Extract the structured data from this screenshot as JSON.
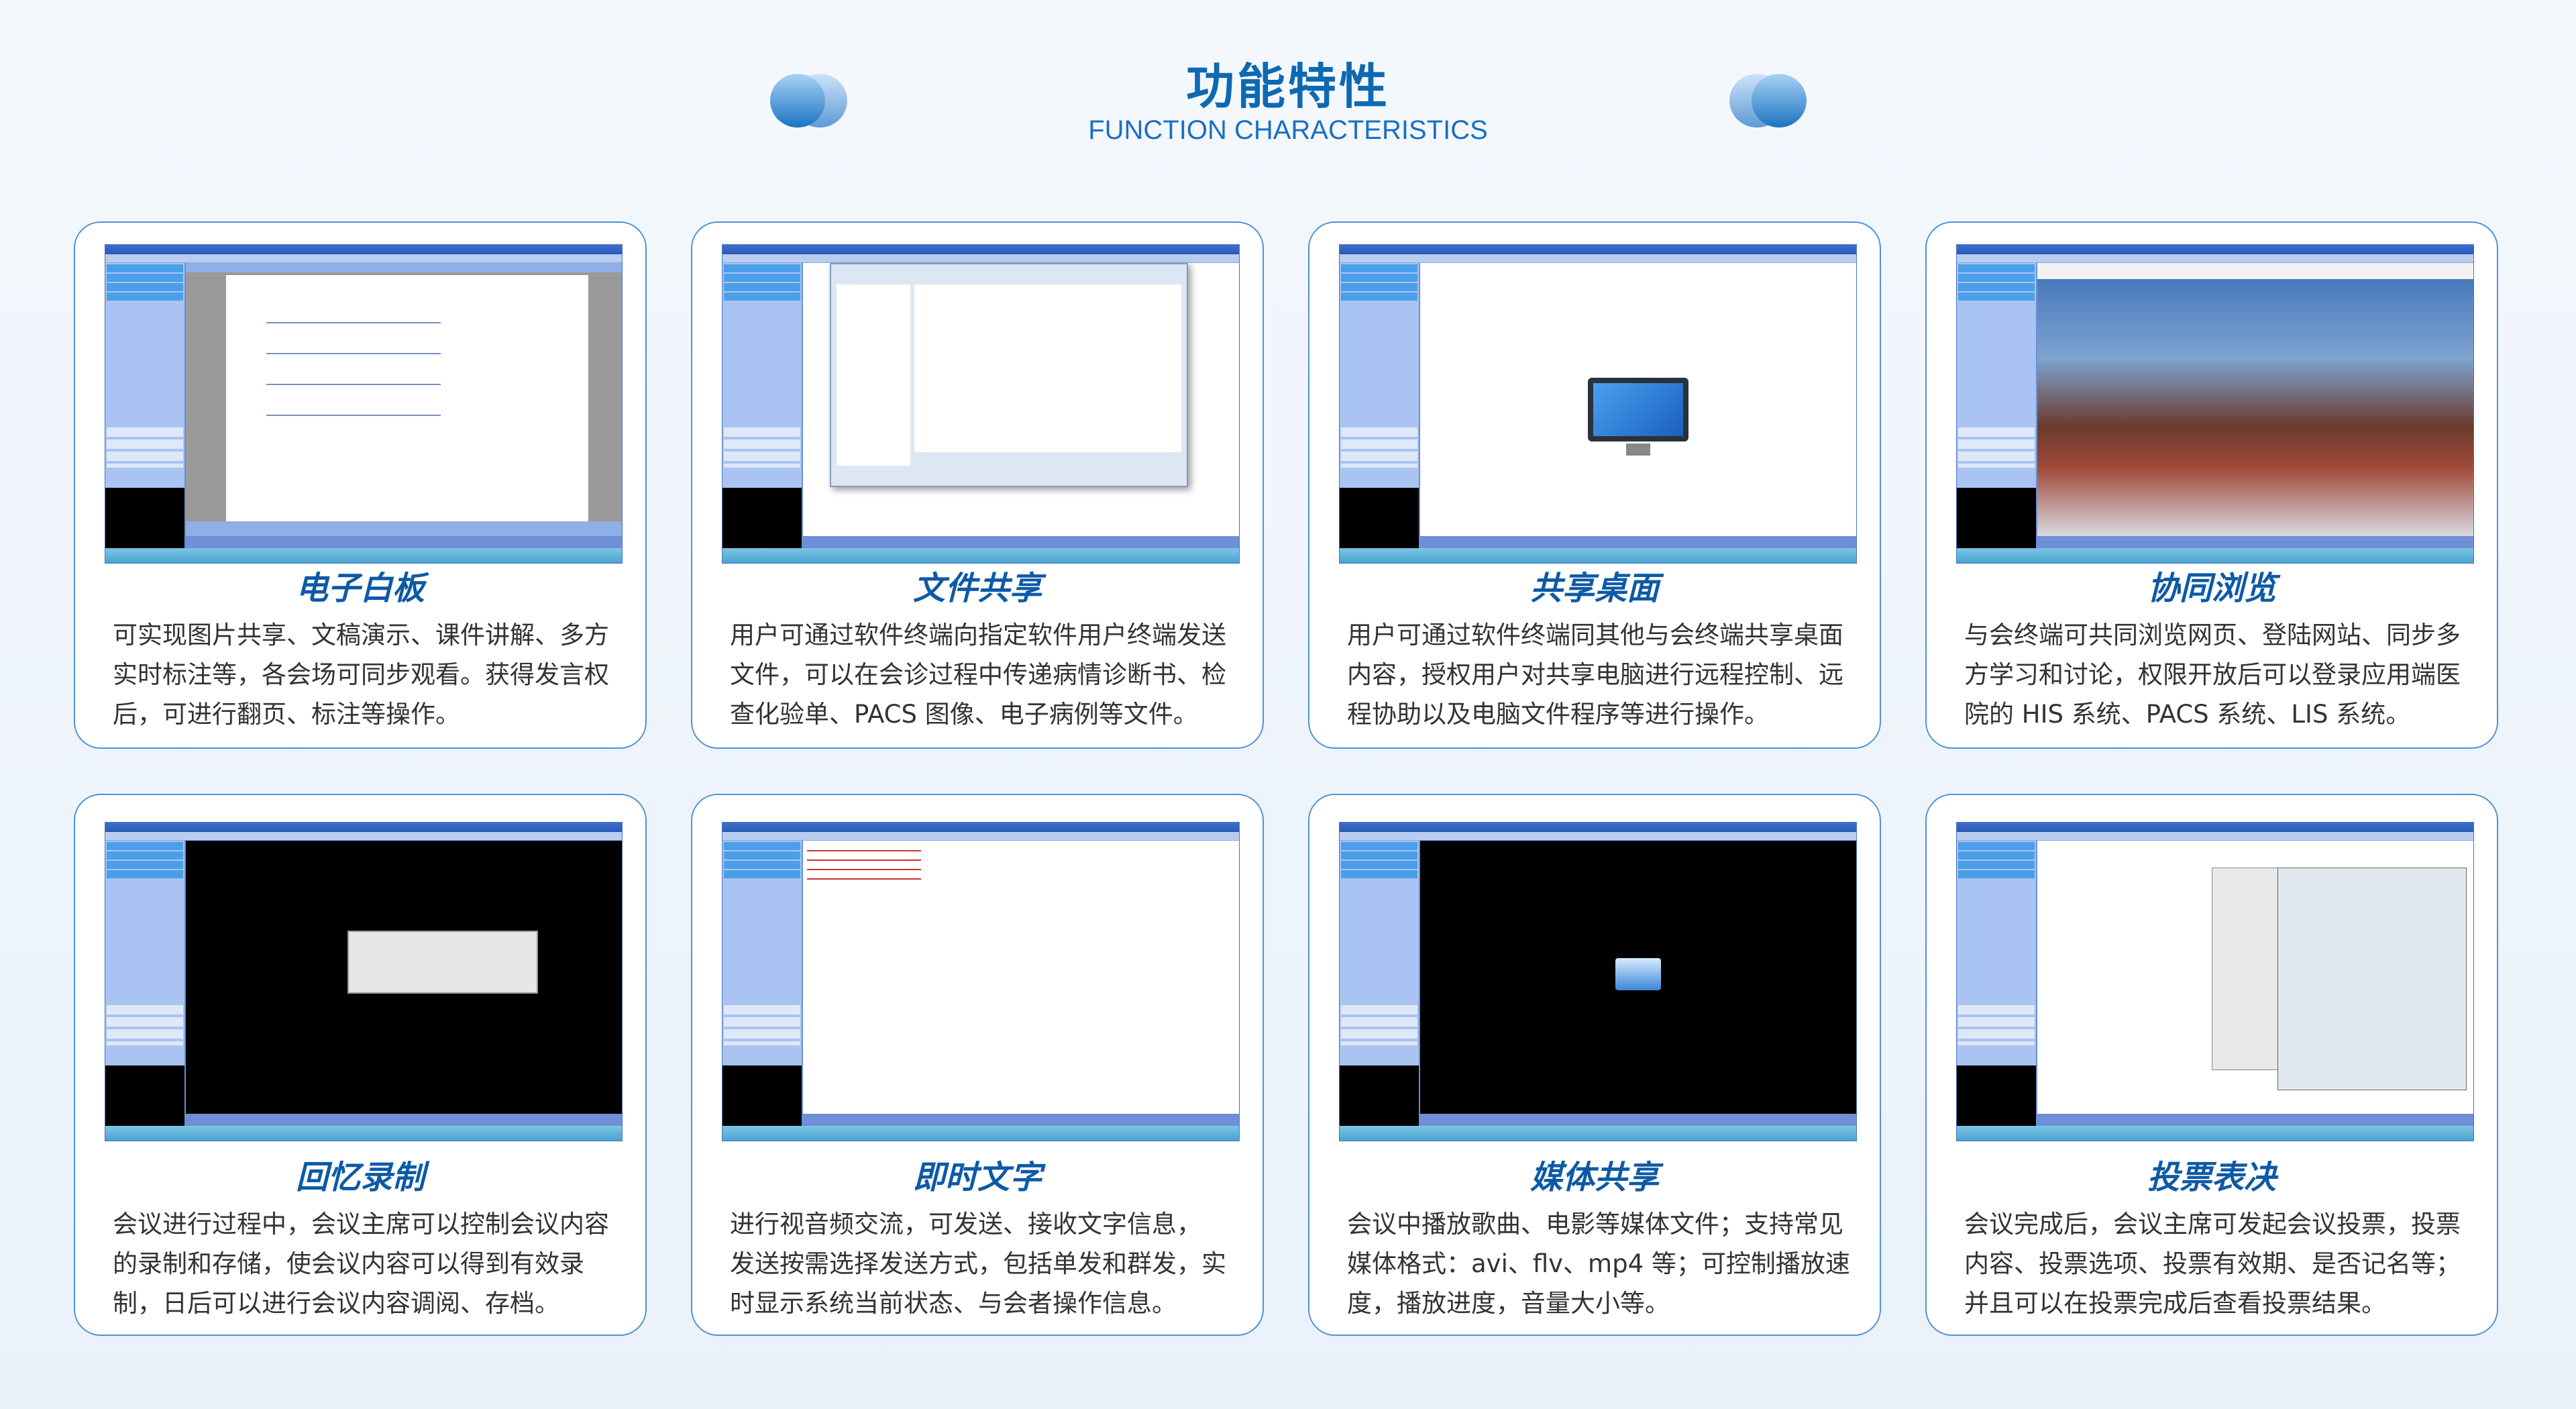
{
  "header": {
    "title": "功能特性",
    "subtitle": "FUNCTION CHARACTERISTICS",
    "accent_color": "#0e69b3"
  },
  "cards": [
    {
      "title": "电子白板",
      "screen": "whiteboard",
      "desc": "可实现图片共享、文稿演示、课件讲解、多方实时标注等，各会场可同步观看。获得发言权后，可进行翻页、标注等操作。"
    },
    {
      "title": "文件共享",
      "screen": "file-dialog",
      "desc": "用户可通过软件终端向指定软件用户终端发送文件，可以在会诊过程中传递病情诊断书、检查化验单、PACS 图像、电子病例等文件。"
    },
    {
      "title": "共享桌面",
      "screen": "desktop",
      "desc": "用户可通过软件终端同其他与会终端共享桌面内容，授权用户对共享电脑进行远程控制、远程协助以及电脑文件程序等进行操作。"
    },
    {
      "title": "协同浏览",
      "screen": "browser",
      "desc": "与会终端可共同浏览网页、登陆网站、同步多方学习和讨论，权限开放后可以登录应用端医院的 HIS 系统、PACS 系统、LIS 系统。"
    },
    {
      "title": "回忆录制",
      "screen": "record",
      "desc": "会议进行过程中，会议主席可以控制会议内容的录制和存储，使会议内容可以得到有效录制，日后可以进行会议内容调阅、存档。"
    },
    {
      "title": "即时文字",
      "screen": "chat",
      "desc": "进行视音频交流，可发送、接收文字信息， 发送按需选择发送方式，包括单发和群发，实时显示系统当前状态、与会者操作信息。"
    },
    {
      "title": "媒体共享",
      "screen": "media",
      "desc": "会议中播放歌曲、电影等媒体文件；支持常见媒体格式：avi、flv、mp4 等；可控制播放速度，播放进度，音量大小等。"
    },
    {
      "title": "投票表决",
      "screen": "vote",
      "desc": "会议完成后，会议主席可发起会议投票，投票内容、投票选项、投票有效期、是否记名等；并且可以在投票完成后查看投票结果。"
    }
  ]
}
